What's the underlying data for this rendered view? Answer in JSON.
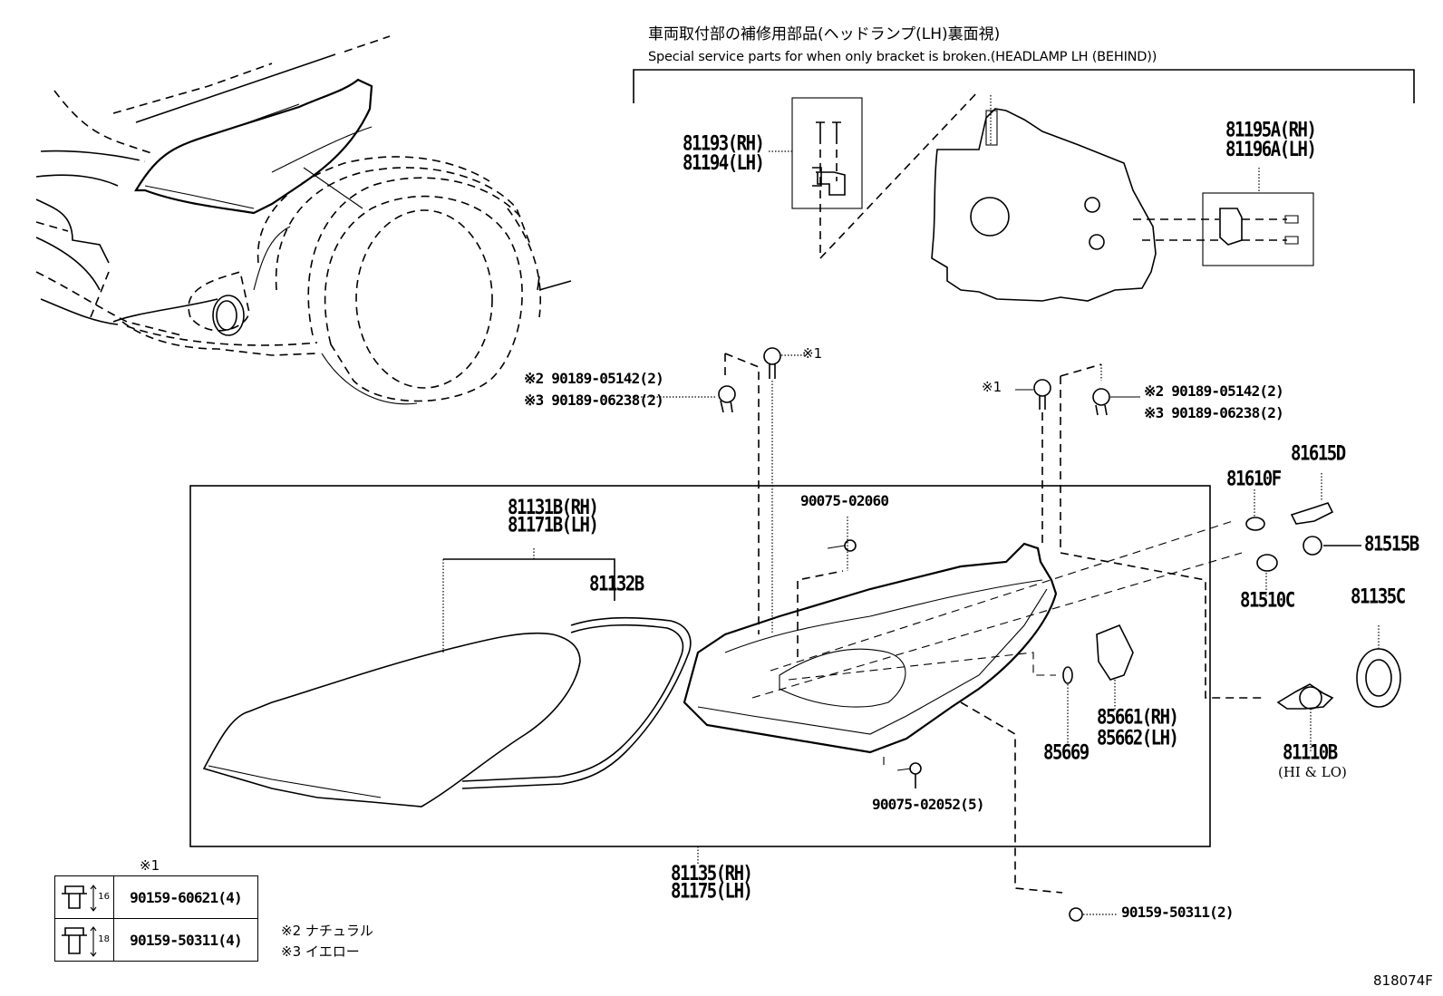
{
  "header": {
    "title_jp": "車両取付部の補修用部品(ヘッドランプ(LH)裏面視)",
    "title_en": "Special service parts for when only bracket is broken.(HEADLAMP LH (BEHIND))"
  },
  "bracket_parts": {
    "upper_bracket": [
      "81193(RH)",
      "81194(LH)"
    ],
    "side_bracket": [
      "81195A(RH)",
      "81196A(LH)"
    ]
  },
  "clips": {
    "left": {
      "ref1": "※1",
      "lines": [
        "※2 90189-05142(2)",
        "※3 90189-06238(2)"
      ]
    },
    "right": {
      "ref1": "※1",
      "lines": [
        "※2 90189-05142(2)",
        "※3 90189-06238(2)"
      ]
    }
  },
  "main_box": {
    "lens": [
      "81131B(RH)",
      "81171B(LH)"
    ],
    "gasket": "81132B",
    "screw_top": "90075-02060",
    "screw_bottom": "90075-02052(5)",
    "aim_seal": "85669",
    "actuator": [
      "85661(RH)",
      "85662(LH)"
    ]
  },
  "assembly": [
    "81135(RH)",
    "81175(LH)"
  ],
  "bulbs": {
    "b81615D": "81615D",
    "b81610F": "81610F",
    "b81515B": "81515B",
    "b81510C": "81510C",
    "b81135C": "81135C",
    "b81110B": "81110B",
    "b81110B_note": "(HI & LO)"
  },
  "lower_screw": "90159-50311(2)",
  "bolt_table": {
    "ref": "※1",
    "rows": [
      {
        "length": "16",
        "part": "90159-60621(4)"
      },
      {
        "length": "18",
        "part": "90159-50311(4)"
      }
    ]
  },
  "notes": [
    "※2  ナチュラル",
    "※3  イエロー"
  ],
  "diagram_id": "818074F"
}
